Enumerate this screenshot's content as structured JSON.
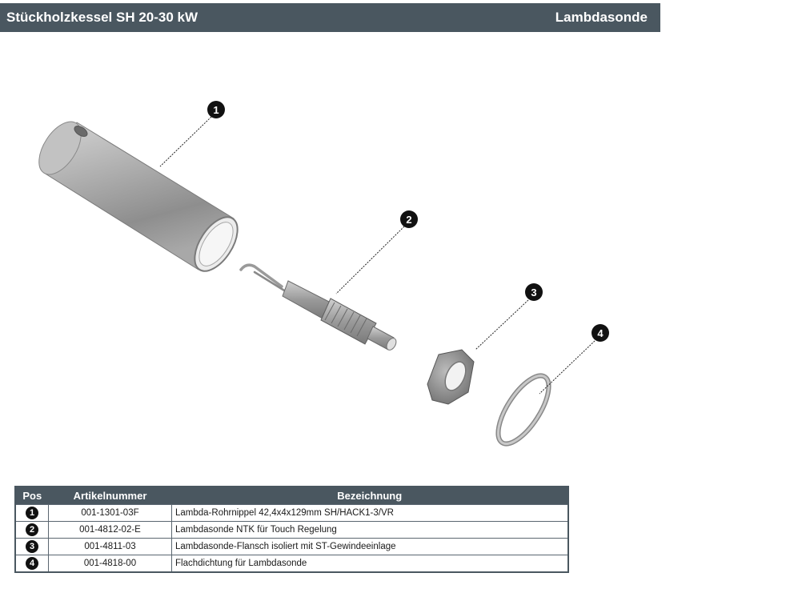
{
  "header": {
    "title": "Stückholzkessel SH 20-30 kW",
    "section": "Lambdasonde"
  },
  "callouts": [
    "1",
    "2",
    "3",
    "4"
  ],
  "table": {
    "columns": [
      "Pos",
      "Artikelnummer",
      "Bezeichnung"
    ],
    "rows": [
      {
        "pos": "1",
        "article": "001-1301-03F",
        "description": "Lambda-Rohrnippel 42,4x4x129mm SH/HACK1-3/VR"
      },
      {
        "pos": "2",
        "article": "001-4812-02-E",
        "description": "Lambdasonde NTK  für Touch Regelung"
      },
      {
        "pos": "3",
        "article": "001-4811-03",
        "description": "Lambdasonde-Flansch isoliert mit ST-Gewindeeinlage"
      },
      {
        "pos": "4",
        "article": "001-4818-00",
        "description": "Flachdichtung für Lambdasonde"
      }
    ]
  },
  "colors": {
    "header_bg": "#4a5760",
    "header_text": "#ffffff",
    "callout_fill": "#111111"
  }
}
